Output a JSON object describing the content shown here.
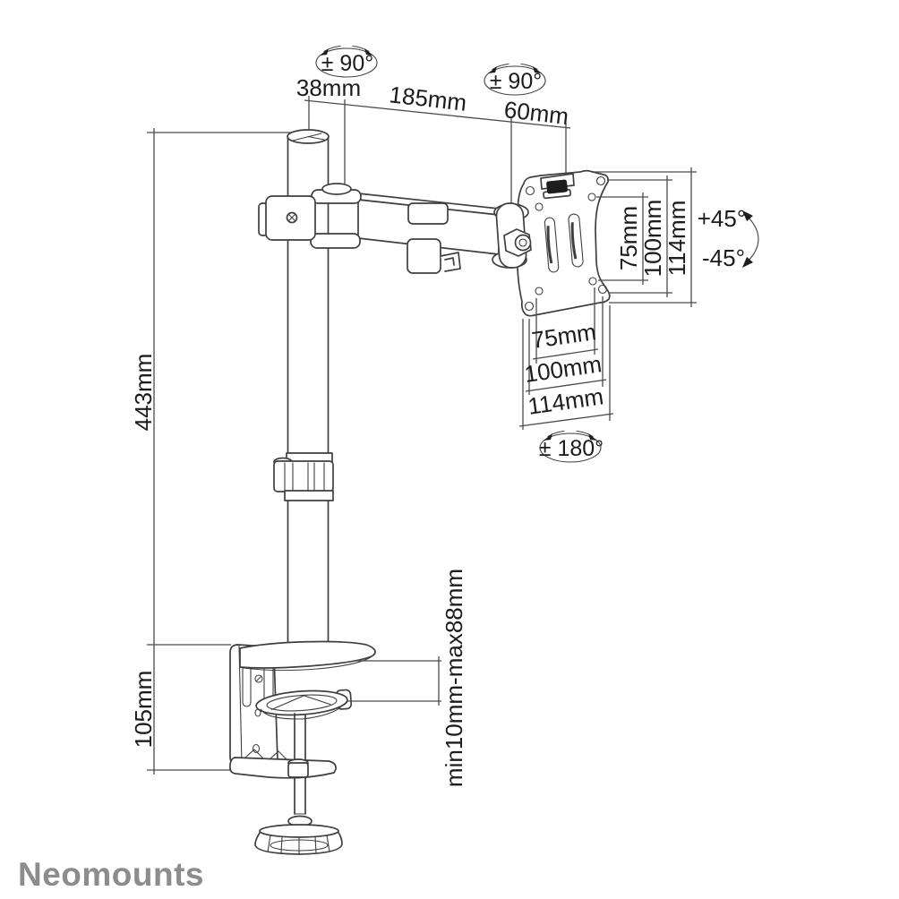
{
  "brand": "Neomounts",
  "colors": {
    "line": "#3f3f3f",
    "dimension_line": "#4a4a4a",
    "label": "#1c1c1c",
    "logo": "#8c8c8c",
    "background": "#ffffff"
  },
  "dimensions": {
    "pole_diameter": "38mm",
    "arm_length": "185mm",
    "vesa_joint_offset": "60mm",
    "column_height": "443mm",
    "clamp_bracket_height": "105mm",
    "desk_thickness_range": "min10mm-max88mm"
  },
  "vesa": {
    "vertical": [
      "75mm",
      "100mm",
      "114mm"
    ],
    "horizontal": [
      "75mm",
      "100mm",
      "114mm"
    ]
  },
  "rotation": {
    "column_swivel": "± 90°",
    "arm_swivel": "± 90°",
    "plate_rotation": "± 180°",
    "tilt_up": "+45°",
    "tilt_down": "-45°"
  }
}
